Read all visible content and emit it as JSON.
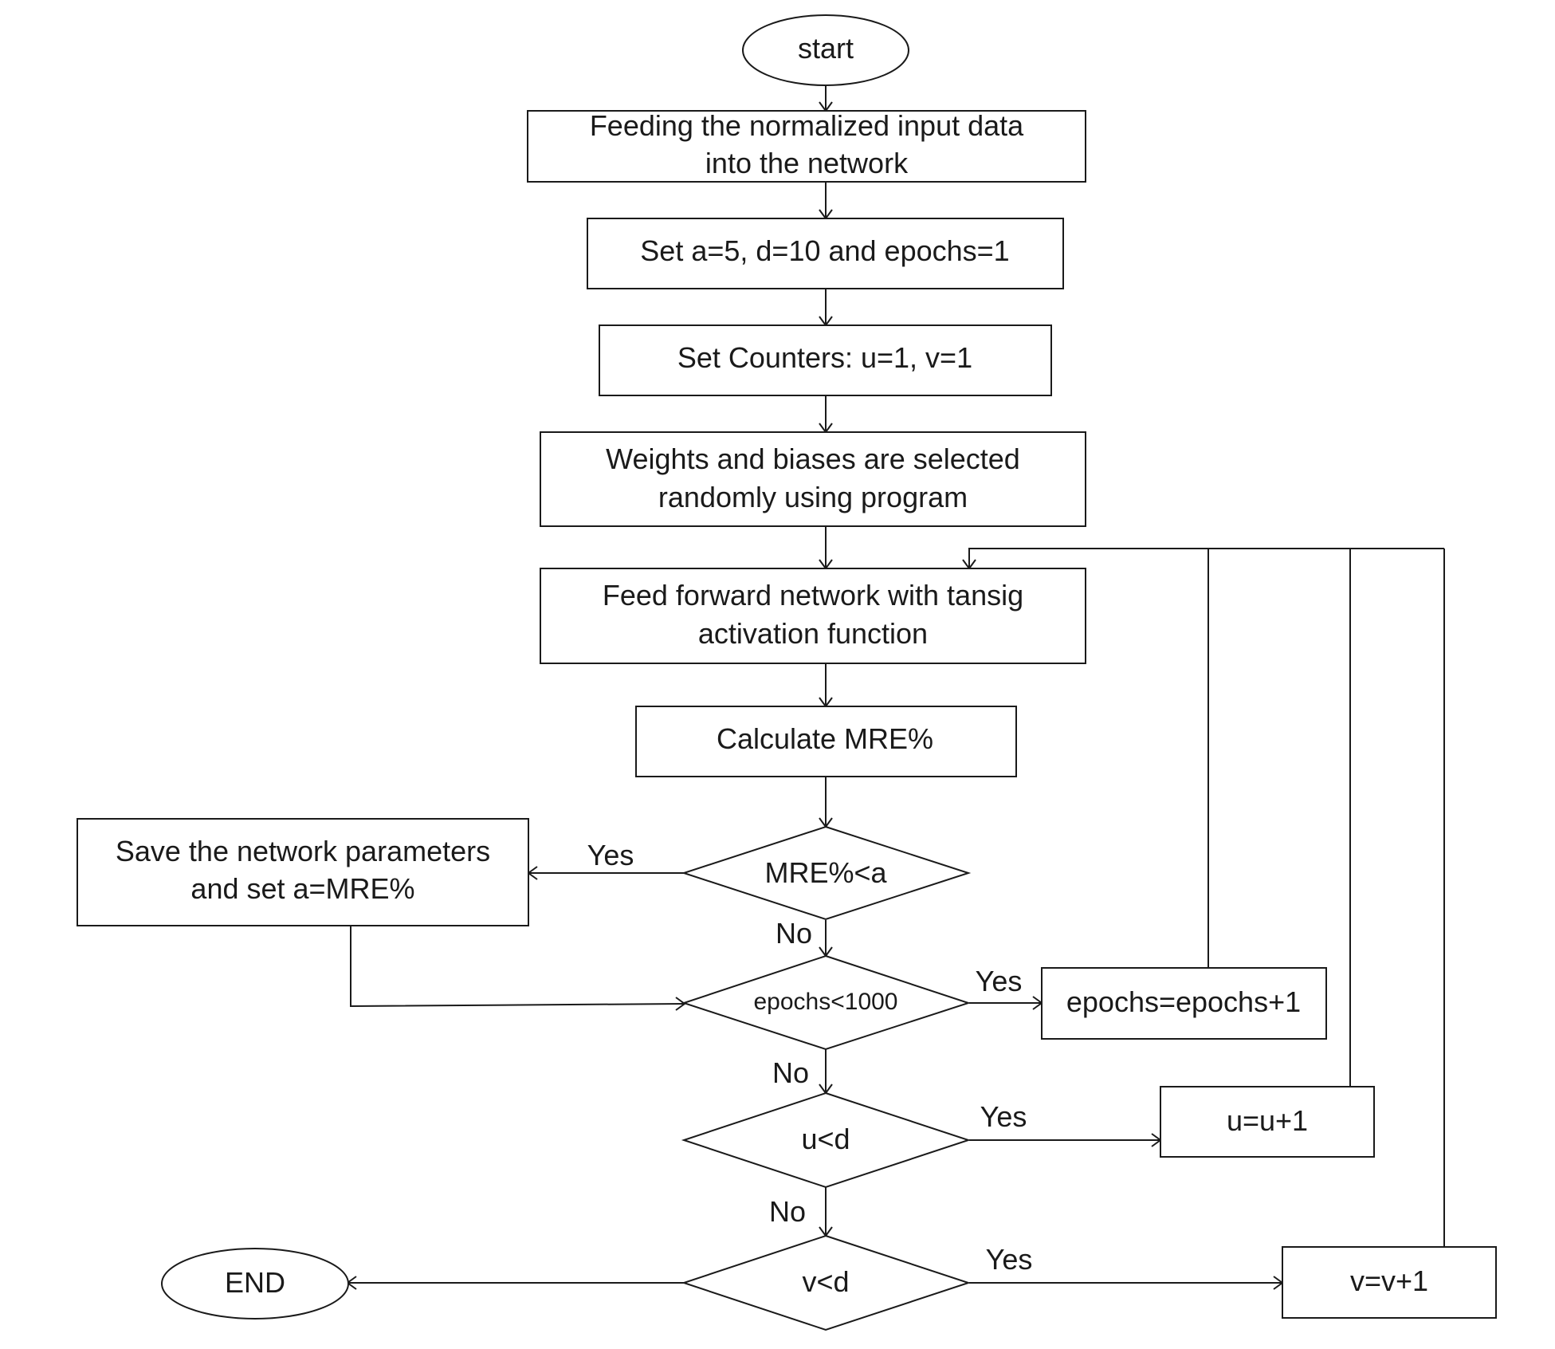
{
  "flowchart": {
    "start": "start",
    "feed_input": [
      "Feeding the normalized input data",
      "into the network"
    ],
    "set_params": "Set a=5, d=10 and epochs=1",
    "set_counters": "Set Counters: u=1, v=1",
    "weights": [
      "Weights and biases are selected",
      "randomly using program"
    ],
    "feed_forward": [
      "Feed forward network with tansig",
      "activation function"
    ],
    "calc_mre": "Calculate MRE%",
    "mre_decision": "MRE%<a",
    "save_params": [
      "Save the network parameters",
      "and set a=MRE%"
    ],
    "epochs_decision": "epochs<1000",
    "epochs_increment": "epochs=epochs+1",
    "u_decision": "u<d",
    "u_increment": "u=u+1",
    "v_decision": "v<d",
    "v_increment": "v=v+1",
    "end": "END",
    "yes_label": "Yes",
    "no_label": "No"
  }
}
